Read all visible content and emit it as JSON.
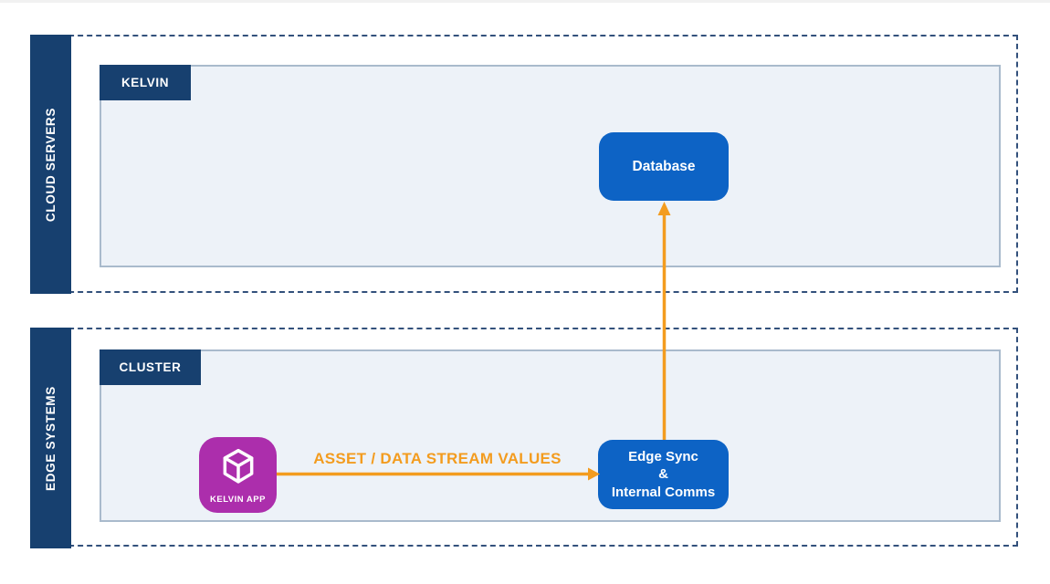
{
  "sections": {
    "cloud": {
      "sidebar_label": "CLOUD SERVERS",
      "tab_label": "KELVIN",
      "nodes": {
        "database": {
          "label": "Database"
        }
      }
    },
    "edge": {
      "sidebar_label": "EDGE SYSTEMS",
      "tab_label": "CLUSTER",
      "nodes": {
        "kelvin_app": {
          "label": "KELVIN APP",
          "icon": "cube-icon"
        },
        "edge_sync": {
          "lines": [
            "Edge Sync",
            "&",
            "Internal Comms"
          ]
        }
      }
    }
  },
  "arrows": {
    "asset_stream": {
      "label": "ASSET / DATA STREAM VALUES",
      "direction": "right",
      "from": "kelvin-app-node",
      "to": "edge-sync-node"
    },
    "sync_to_database": {
      "label": "",
      "direction": "up",
      "from": "edge-sync-node",
      "to": "database-node"
    }
  },
  "colors": {
    "navy": "#17406F",
    "dash": "#33517C",
    "panel_fill": "#EDF2F8",
    "panel_border": "#A9BACC",
    "node_blue": "#0D63C5",
    "orange": "#F39C1F",
    "magenta": "#AC2EAC",
    "top_strip": "#F1F1F1"
  }
}
